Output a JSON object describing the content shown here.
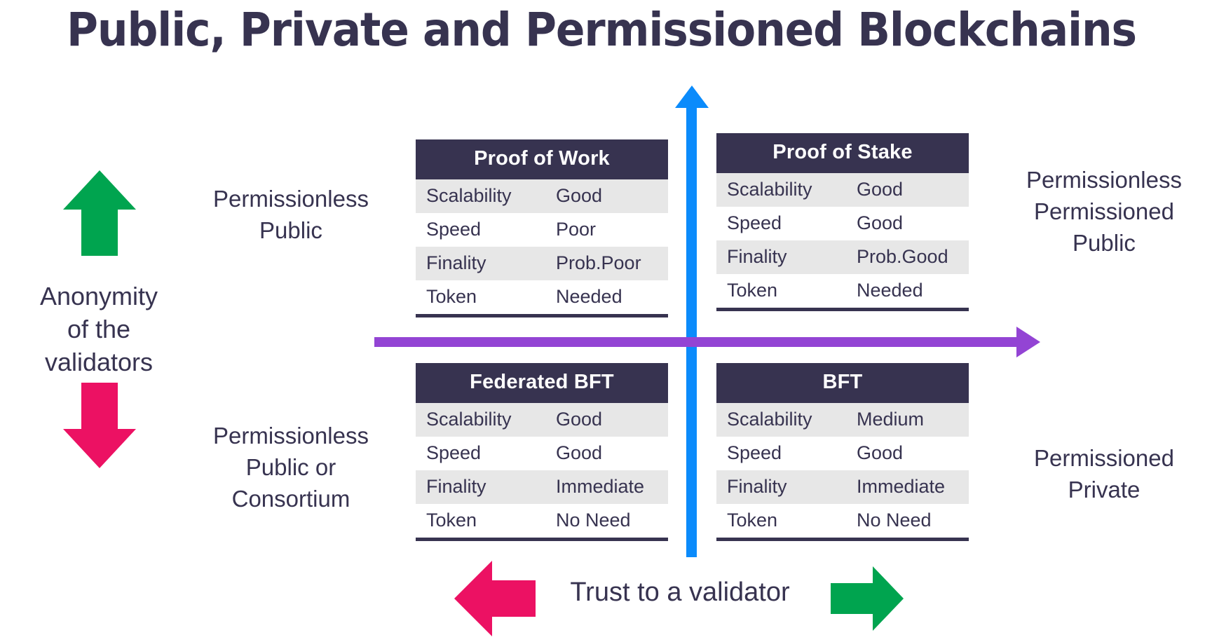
{
  "title": "Public, Private and Permissioned Blockchains",
  "colors": {
    "dark_navy": "#373350",
    "header_bg": "#373350",
    "row_alt_bg": "#e7e7e7",
    "row_plain_bg": "#ffffff",
    "vertical_axis_blue": "#0b8bfb",
    "horizontal_axis_purple": "#9344d4",
    "arrow_green": "#00a44f",
    "arrow_pink": "#ec1163",
    "background": "#ffffff"
  },
  "axes": {
    "vertical": {
      "name": "vertical-axis-arrow",
      "direction": "up",
      "color": "#0b8bfb"
    },
    "horizontal": {
      "name": "horizontal-axis-arrow",
      "direction": "right",
      "color": "#9344d4"
    }
  },
  "left_axis": {
    "up_arrow_icon": "arrow-up-icon",
    "down_arrow_icon": "arrow-down-icon",
    "label": "Anonymity\nof the\nvalidators",
    "label_lines": [
      "Anonymity",
      "of the",
      "validators"
    ]
  },
  "bottom_axis": {
    "left_arrow_icon": "arrow-left-icon",
    "right_arrow_icon": "arrow-right-icon",
    "label": "Trust to a validator"
  },
  "quadrant_labels": {
    "top_left": "Permissionless\nPublic",
    "top_right": "Permissionless\nPermissioned\nPublic",
    "bottom_left": "Permissionless\nPublic or\nConsortium",
    "bottom_right": "Permissioned\nPrivate"
  },
  "tables": [
    {
      "id": "proof-of-work",
      "header": "Proof of Work",
      "rows": [
        {
          "key": "Scalability",
          "value": "Good"
        },
        {
          "key": "Speed",
          "value": "Poor"
        },
        {
          "key": "Finality",
          "value": "Prob.Poor"
        },
        {
          "key": "Token",
          "value": "Needed"
        }
      ]
    },
    {
      "id": "proof-of-stake",
      "header": "Proof of Stake",
      "rows": [
        {
          "key": "Scalability",
          "value": "Good"
        },
        {
          "key": "Speed",
          "value": "Good"
        },
        {
          "key": "Finality",
          "value": "Prob.Good"
        },
        {
          "key": "Token",
          "value": "Needed"
        }
      ]
    },
    {
      "id": "federated-bft",
      "header": "Federated BFT",
      "rows": [
        {
          "key": "Scalability",
          "value": "Good"
        },
        {
          "key": "Speed",
          "value": "Good"
        },
        {
          "key": "Finality",
          "value": "Immediate"
        },
        {
          "key": "Token",
          "value": "No Need"
        }
      ]
    },
    {
      "id": "bft",
      "header": "BFT",
      "rows": [
        {
          "key": "Scalability",
          "value": "Medium"
        },
        {
          "key": "Speed",
          "value": "Good"
        },
        {
          "key": "Finality",
          "value": "Immediate"
        },
        {
          "key": "Token",
          "value": "No Need"
        }
      ]
    }
  ]
}
